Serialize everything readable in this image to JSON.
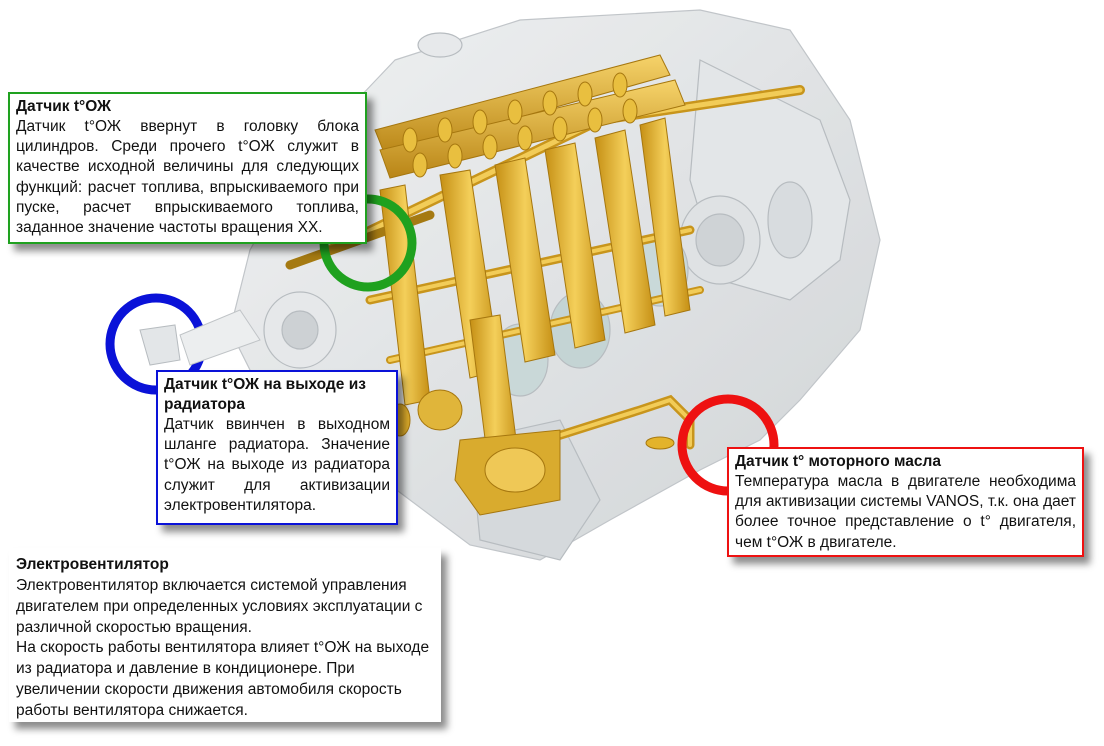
{
  "colors": {
    "green": "#1fa11f",
    "blue": "#0a12d8",
    "red": "#ee1111",
    "pipe": "#e3b32b"
  },
  "callouts": {
    "coolant_sensor": {
      "title": "Датчик t°ОЖ",
      "body": "Датчик t°ОЖ ввернут в головку блока цилиндров. Среди прочего t°ОЖ служит в качестве исходной величины для следующих функций: расчет топлива, впрыскиваемого при пуске, расчет впрыскиваемого топлива, заданное значение частоты вращения ХХ."
    },
    "radiator_outlet_sensor": {
      "title": "Датчик t°ОЖ на выходе из радиатора",
      "body": "Датчик ввинчен в выходном шланге радиатора. Значение t°ОЖ на выходе из радиатора служит для активизации электровентилятора."
    },
    "oil_temp_sensor": {
      "title": "Датчик t° моторного масла",
      "body": "Температура масла в двигателе необходима для активизации системы VANOS, т.к. она дает более точное представление о t° двигателя, чем t°ОЖ в двигателе."
    },
    "electric_fan": {
      "title": "Электровентилятор",
      "body_1": "Электровентилятор включается системой управления двигателем при определенных условиях эксплуатации с различной скоростью вращения.",
      "body_2": "На скорость работы вентилятора влияет t°ОЖ на выходе из радиатора и давление в кондиционере. При увеличении скорости движения автомобиля скорость работы вентилятора снижается."
    }
  }
}
